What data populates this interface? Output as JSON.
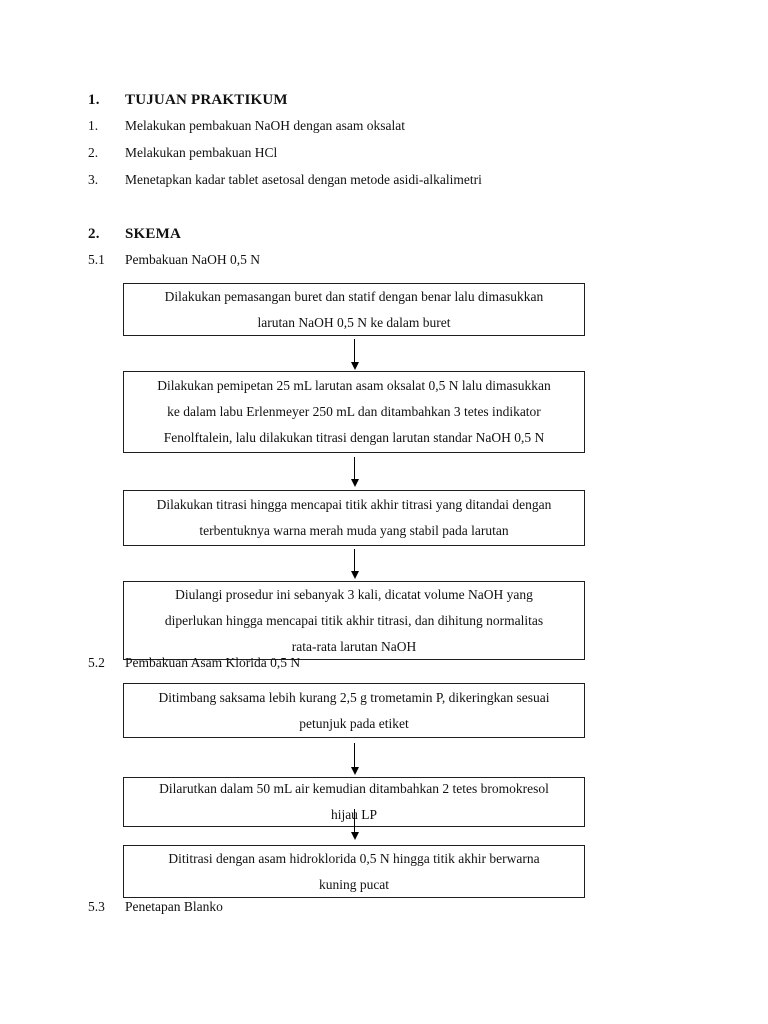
{
  "colors": {
    "text": "#111111",
    "box_border": "#1f1f1f",
    "background": "#ffffff"
  },
  "tujuan": {
    "number": "1.",
    "title": "TUJUAN PRAKTIKUM",
    "items": [
      {
        "num": "1.",
        "text": "Melakukan pembakuan NaOH dengan asam oksalat"
      },
      {
        "num": "2.",
        "text": "Melakukan pembakuan HCl"
      },
      {
        "num": "3.",
        "text": "Menetapkan kadar tablet asetosal dengan metode asidi-alkalimetri"
      }
    ]
  },
  "skema": {
    "number": "2.",
    "title": "SKEMA",
    "sub1": {
      "num": "5.1",
      "title": "Pembakuan NaOH 0,5 N"
    },
    "sub2": {
      "num": "5.2",
      "title": "Pembakuan Asam Klorida 0,5 N"
    },
    "sub3": {
      "num": "5.3",
      "title": "Penetapan Blanko"
    },
    "flow1": [
      {
        "lines": [
          "Dilakukan pemasangan buret dan statif dengan benar lalu dimasukkan",
          "larutan NaOH 0,5 N ke dalam buret"
        ]
      },
      {
        "lines": [
          "Dilakukan pemipetan 25 mL larutan asam oksalat 0,5 N lalu dimasukkan",
          "ke dalam labu Erlenmeyer 250 mL dan ditambahkan 3 tetes indikator",
          "Fenolftalein, lalu dilakukan titrasi dengan larutan standar NaOH 0,5 N"
        ]
      },
      {
        "lines": [
          "Dilakukan titrasi hingga mencapai titik akhir titrasi yang ditandai dengan",
          "terbentuknya warna merah muda yang stabil pada larutan"
        ]
      },
      {
        "lines": [
          "Diulangi prosedur ini sebanyak 3 kali, dicatat volume NaOH yang",
          "diperlukan hingga mencapai titik akhir titrasi, dan dihitung normalitas",
          "rata-rata larutan NaOH"
        ]
      }
    ],
    "flow2": [
      {
        "lines": [
          "Ditimbang saksama lebih kurang 2,5 g trometamin P, dikeringkan sesuai",
          "petunjuk pada etiket"
        ]
      },
      {
        "lines": [
          "Dilarutkan dalam 50 mL air kemudian ditambahkan 2 tetes bromokresol",
          "hijau LP"
        ]
      },
      {
        "lines": [
          "Dititrasi dengan asam hidroklorida 0,5 N hingga titik akhir berwarna",
          "kuning pucat"
        ]
      }
    ]
  }
}
